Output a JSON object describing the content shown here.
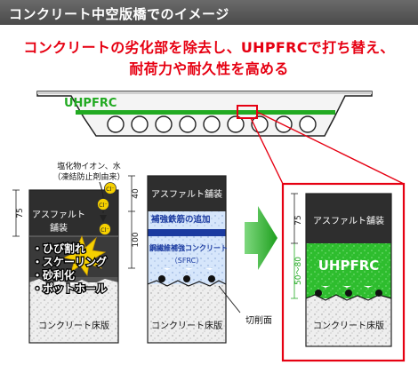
{
  "header": {
    "title": "コンクリート中空版橋でのイメージ"
  },
  "headline": {
    "line1": "コンクリートの劣化部を除去し、UHPFRCで打ち替え、",
    "line2": "耐荷力や耐久性を高める"
  },
  "bridge": {
    "label": "UHPFRC"
  },
  "panel1": {
    "source_label_1": "塩化物イオン、水",
    "source_label_2": "（凍結防止剤由来）",
    "ion_symbol": "Cl⁻",
    "asphalt_label_1": "アスファルト",
    "asphalt_label_2": "舗装",
    "damage_items": [
      "・ひび割れ",
      "・スケーリング",
      "・砂利化",
      "・ポットホール"
    ],
    "dim_asphalt": "75",
    "slab_label": "コンクリート床版"
  },
  "panel2": {
    "asphalt_label": "アスファルト舗装",
    "rebar_label": "補強鉄筋の追加",
    "sfrc_label_1": "鋼繊維補強コンクリート",
    "sfrc_label_2": "（SFRC）",
    "dim_top": "40",
    "dim_mid": "100",
    "slab_label": "コンクリート床版",
    "cut_label": "切削面"
  },
  "panel3": {
    "asphalt_label": "アスファルト舗装",
    "uhpfrc_label": "UHPFRC",
    "dim_asphalt": "75",
    "dim_uhpfrc": "50～80",
    "slab_label": "コンクリート床版"
  },
  "colors": {
    "accent_red": "#e60012",
    "uhpfrc_green": "#22aa22",
    "sfrc_blue": "#1a3aa0",
    "asphalt": "#3a3a3a"
  }
}
